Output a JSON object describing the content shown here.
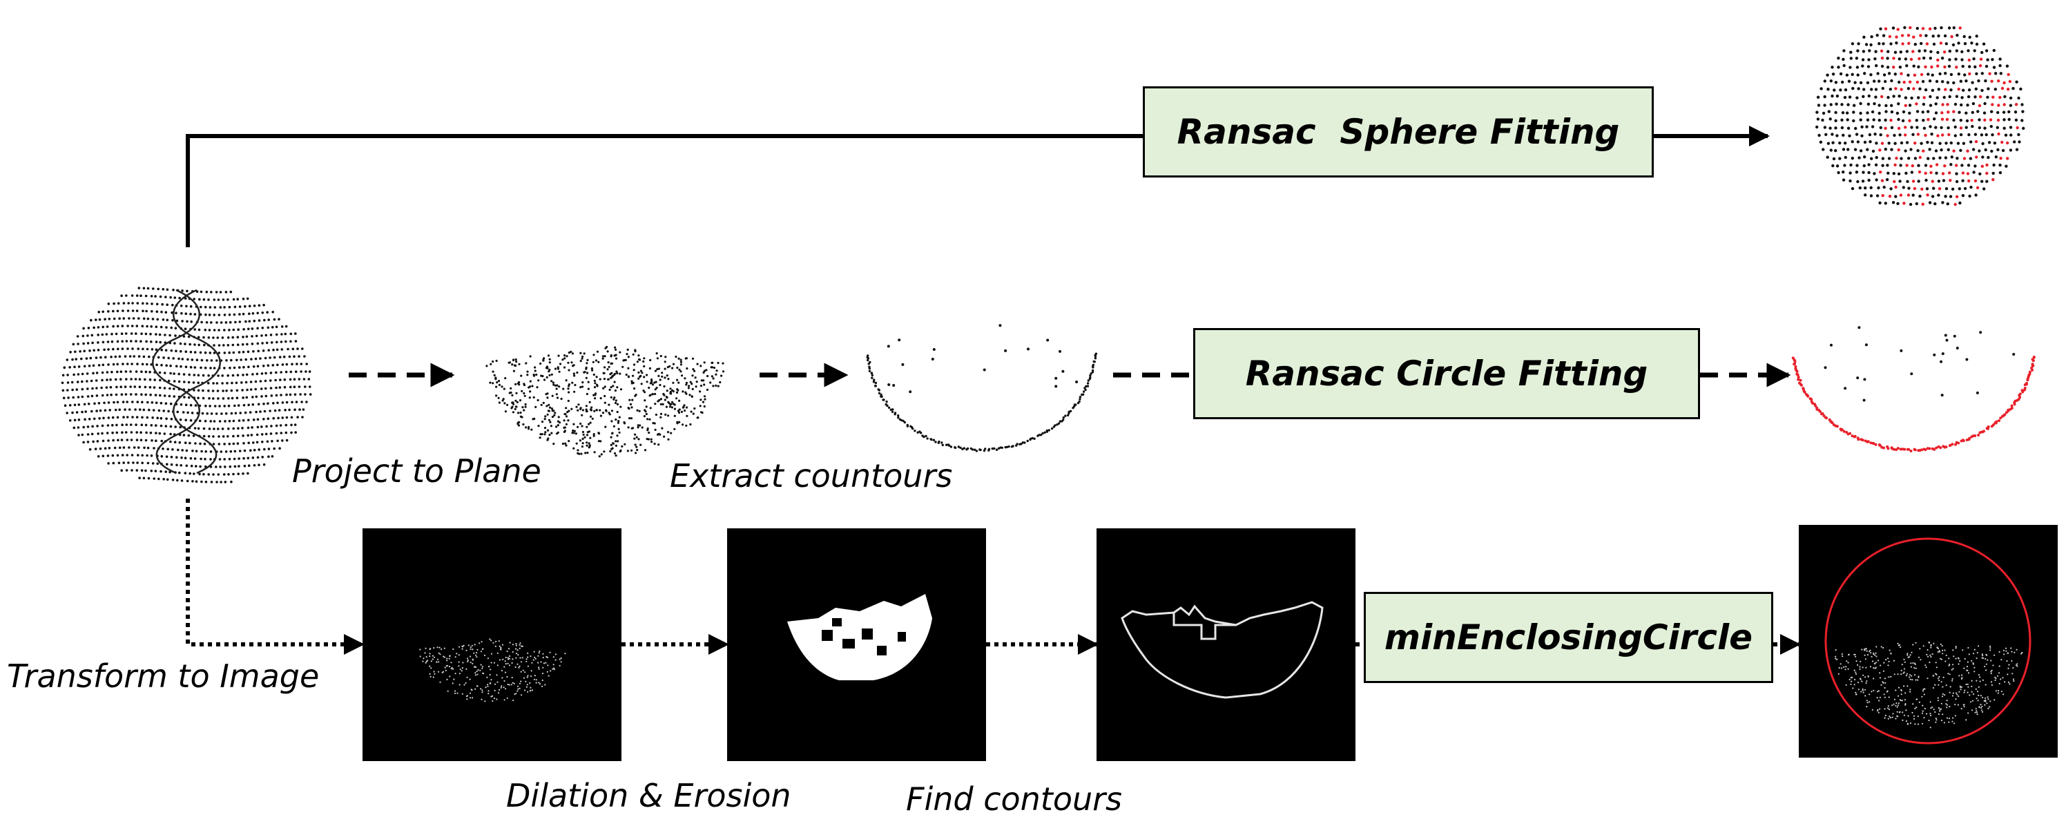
{
  "colors": {
    "box_fill": "#e2f0d9",
    "point_black": "#111111",
    "point_red": "#e8202a",
    "panel_bg": "#000000",
    "panel_point": "#cfcfcf",
    "circle_red": "#e8202a"
  },
  "boxes": {
    "ransac_sphere": "Ransac  Sphere Fitting",
    "ransac_circle": "Ransac Circle Fitting",
    "min_enclosing": "minEnclosingCircle"
  },
  "labels": {
    "project_to_plane": "Project to Plane",
    "extract_contours": "Extract countours",
    "transform_to_image": "Transform to Image",
    "dilation_erosion": "Dilation & Erosion",
    "find_contours": "Find contours"
  }
}
